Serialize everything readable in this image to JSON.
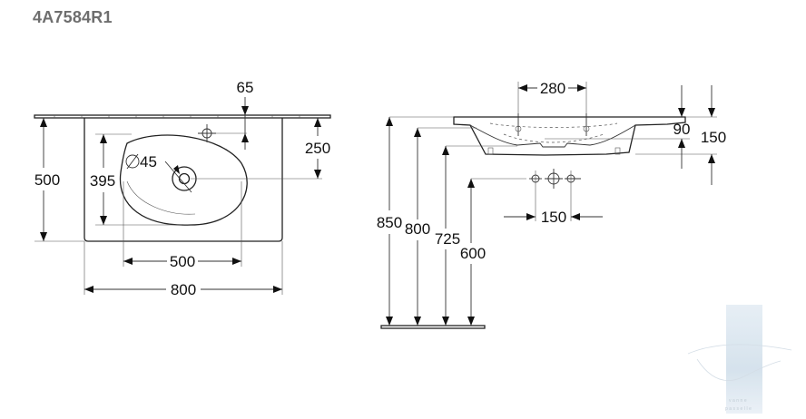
{
  "title": "4A7584R1",
  "top_view": {
    "dim_top": "65",
    "dim_right": "250",
    "dim_height": "500",
    "dim_inner": "395",
    "dim_drain": "45",
    "dim_bowl_width": "500",
    "dim_total_width": "800"
  },
  "side_view": {
    "dim_tap_spacing": "280",
    "dim_rim": "90",
    "dim_depth": "150",
    "dim_height_total": "850",
    "dim_height_top": "800",
    "dim_height_bowl": "725",
    "dim_height_waste": "600",
    "dim_waste_spacing": "150"
  },
  "watermark": {
    "lines": [
      "vanne",
      "passelle"
    ],
    "color": "#c9d9e8"
  }
}
